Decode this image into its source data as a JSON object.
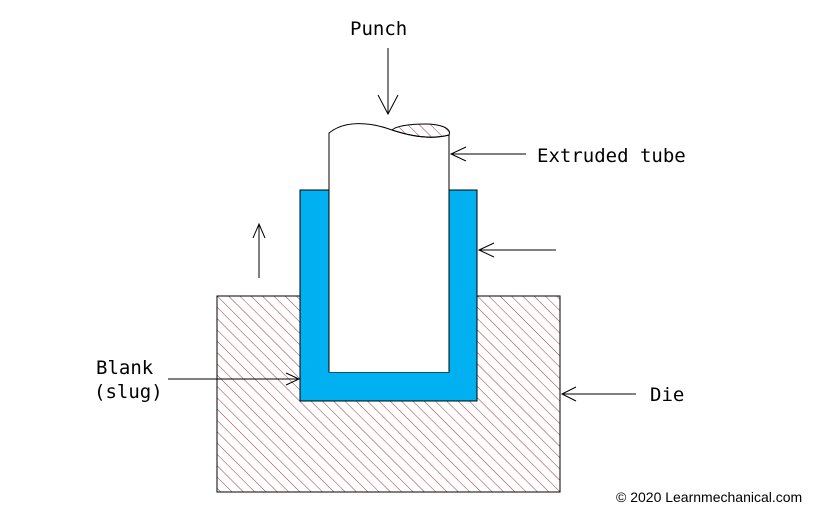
{
  "labels": {
    "punch": "Punch",
    "extruded_tube": "Extruded tube",
    "blank_line1": "Blank",
    "blank_line2": "(slug)",
    "die": "Die"
  },
  "copyright": "© 2020 Learnmechanical.com",
  "colors": {
    "tube": "#00b0f0",
    "hatch": "#a0383c",
    "outline": "#000000",
    "background": "#ffffff"
  }
}
